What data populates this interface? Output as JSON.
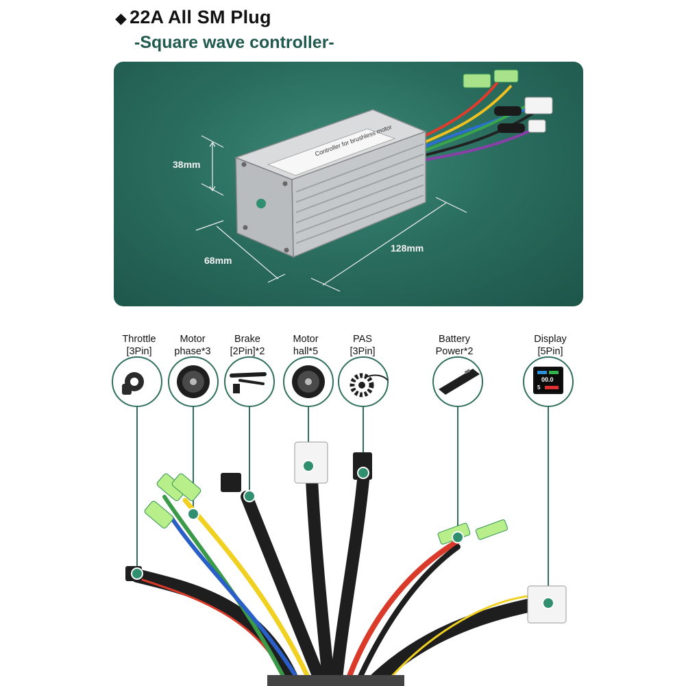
{
  "title": "22A All SM Plug",
  "subtitle": "-Square wave controller-",
  "dimensions": {
    "height": "38mm",
    "width": "68mm",
    "length": "128mm"
  },
  "controller_label": "Controller for brushless motor",
  "connectors": [
    {
      "line1": "Throttle",
      "line2": "[3Pin]"
    },
    {
      "line1": "Motor",
      "line2": "phase*3"
    },
    {
      "line1": "Brake",
      "line2": "[2Pin]*2"
    },
    {
      "line1": "Motor",
      "line2": "hall*5"
    },
    {
      "line1": "PAS",
      "line2": "[3Pin]"
    },
    {
      "line1": "Battery",
      "line2": "Power*2"
    },
    {
      "line1": "Display",
      "line2": "[5Pin]"
    }
  ],
  "display_screen": {
    "speed": "00.0",
    "digit": "5"
  },
  "colors": {
    "accent": "#1f5a4d",
    "hero_bg": "#2a6e5f",
    "tag_green": "#2f8f6f"
  }
}
